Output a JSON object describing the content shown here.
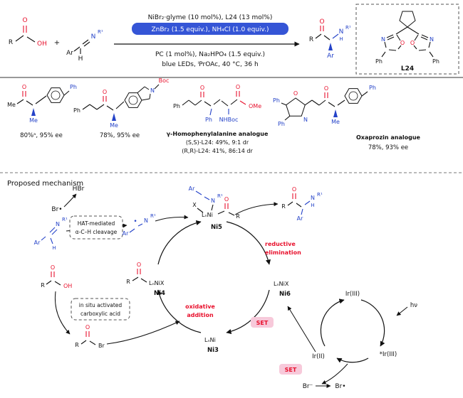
{
  "colors": {
    "accent_red": "#e8112d",
    "accent_blue": "#2442c8",
    "conditions_highlight": "#3555d6",
    "set_highlight": "#f7c9da"
  },
  "atoms": {
    "r": "R",
    "r1": "R¹",
    "o": "O",
    "oh": "OH",
    "n": "N",
    "h": "H",
    "ar": "Ar",
    "me": "Me",
    "ph": "Ph",
    "x": "X",
    "br": "Br",
    "boc": "Boc",
    "nhboc": "NHBoc",
    "ome": "OMe",
    "plus": "+",
    "ln_ni": "LₙNi",
    "ln_nix": "LₙNiX",
    "radical_dot": "•"
  },
  "scheme": {
    "conditions_line1": "NiBr₂·glyme (10 mol%), L24 (13 mol%)",
    "conditions_line2": "ZnBr₂ (1.5 equiv.), NH₄Cl (1.0 equiv.)",
    "conditions_line3": "PC (1 mol%), Na₂HPO₄ (1.5 equiv.)",
    "conditions_line4": "blue LEDs, ⁱPrOAc, 40 °C, 36 h",
    "ligand_label": "L24"
  },
  "scope": {
    "ex1_result": "80%ᵃ, 95% ee",
    "ex2_result": "78%, 95% ee",
    "ex3_name": "γ-Homophenylalanine analogue",
    "ex3_line1": "(S,S)-L24: 49%, 9:1 dr",
    "ex3_line2": "(R,R)-L24: 41%, 86:14 dr",
    "ex4_name": "Oxaprozin analogue",
    "ex4_result": "78%, 93% ee"
  },
  "mechanism": {
    "title": "Proposed mechanism",
    "hbr": "HBr",
    "br_radical": "Br•",
    "br_anion": "Br⁻",
    "hat_line1": "HAT-mediated",
    "hat_line2": "α-C–H cleavage",
    "acid_box_line1": "in situ activated",
    "acid_box_line2": "carboxylic acid",
    "oxidative_line1": "oxidative",
    "oxidative_line2": "addition",
    "reductive_line1": "reductive",
    "reductive_line2": "elimination",
    "set_label": "SET",
    "ni3": "Ni3",
    "ni4": "Ni4",
    "ni5": "Ni5",
    "ni6": "Ni6",
    "ir3": "Ir(III)",
    "ir3_star": "*Ir(III)",
    "ir2": "Ir(II)",
    "hv": "hν"
  }
}
